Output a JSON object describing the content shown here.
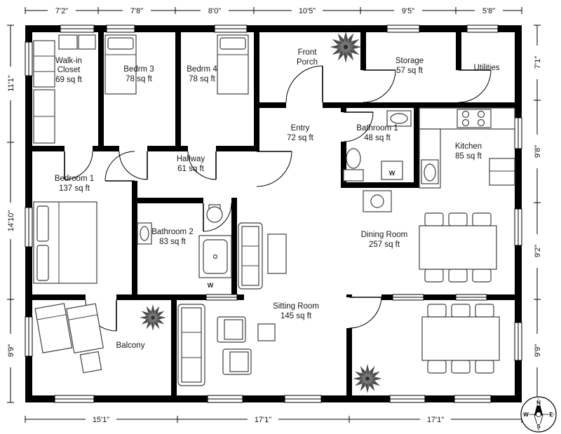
{
  "colors": {
    "walls": "#000000",
    "background": "#ffffff",
    "furniture": "#3f3f3f",
    "plant": "#4d4d4d"
  },
  "dimensions": {
    "top": [
      "7'2\"",
      "7'8\"",
      "8'0\"",
      "10'5\"",
      "9'5\"",
      "5'8\""
    ],
    "left": [
      "11'1\"",
      "14'10\"",
      "9'9\""
    ],
    "right": [
      "7'1\"",
      "9'8\"",
      "9'2\"",
      "9'9\""
    ],
    "bottom": [
      "15'1\"",
      "17'1\"",
      "17'1\""
    ]
  },
  "rooms": {
    "walkin_closet": {
      "line1": "Walk-in",
      "line2": "Closet",
      "area": "69 sq ft"
    },
    "bedroom3": {
      "name": "Bedrm 3",
      "area": "78 sq ft"
    },
    "bedroom4": {
      "name": "Bedrm 4",
      "area": "78 sq ft"
    },
    "front_porch": {
      "line1": "Front",
      "line2": "Porch"
    },
    "storage": {
      "name": "Storage",
      "area": "57 sq ft"
    },
    "utilities": {
      "name": "Utilities"
    },
    "entry": {
      "name": "Entry",
      "area": "72 sq ft"
    },
    "bathroom1": {
      "name": "Bathroom 1",
      "area": "48 sq ft"
    },
    "kitchen": {
      "name": "Kitchen",
      "area": "85 sq ft"
    },
    "bedroom1": {
      "name": "Bedroom 1",
      "area": "137 sq ft"
    },
    "hallway": {
      "name": "Hallway",
      "area": "61 sq ft"
    },
    "bathroom2": {
      "name": "Bathroom 2",
      "area": "83 sq ft"
    },
    "dining_room": {
      "name": "Dining Room",
      "area": "257 sq ft"
    },
    "sitting_room": {
      "name": "Sitting Room",
      "area": "145 sq ft"
    },
    "balcony": {
      "name": "Balcony"
    }
  },
  "fixtures": {
    "bathroom1_washer": "W",
    "bathroom2_washer": "W"
  },
  "compass": {
    "n": "N",
    "e": "E",
    "s": "S",
    "w": "W"
  }
}
